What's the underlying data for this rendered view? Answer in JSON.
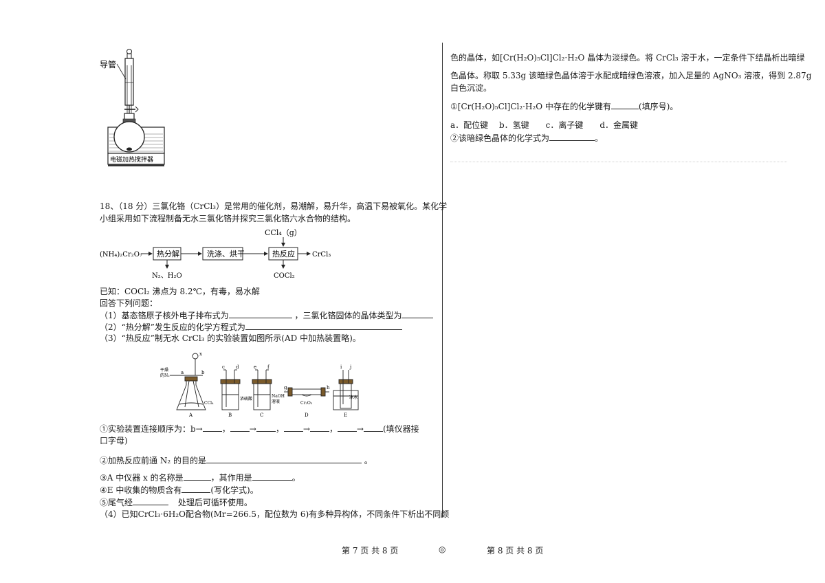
{
  "left": {
    "figure1": {
      "tube_label": "导管",
      "base_label": "电磁加热搅拌器"
    },
    "q18_header": "18、（18 分）三氯化铬（CrCl₃）是常用的催化剂，易潮解，易升华，高温下易被氧化。某化学",
    "q18_header2": "小组采用如下流程制备无水三氯化铬并探究三氯化铬六水合物的结构。",
    "flow": {
      "start": "(NH₄)₂Cr₂O₇",
      "box1": "热分解",
      "box2": "洗涤、烘干",
      "box3": "热反应",
      "end": "CrCl₃",
      "top_input": "CCl₄（g）",
      "below1": "N₂、H₂O",
      "below3": "COCl₂"
    },
    "known": "已知：COCl₂ 沸点为 8.2℃，有毒，易水解",
    "answer_prompt": "回答下列问题：",
    "q1": "（1）基态铬原子核外电子排布式为",
    "q1b": "，三氯化铬固体的晶体类型为",
    "q2": "（2）“热分解”发生反应的化学方程式为",
    "q3": "（3）“热反应”制无水 CrCl₃ 的实验装置如图所示(AD 中加热装置略)。",
    "apparatus": {
      "x": "x",
      "a": "a",
      "b": "b",
      "c": "c",
      "d": "d",
      "e": "e",
      "f": "f",
      "g": "g",
      "h": "h",
      "i": "i",
      "j": "j",
      "dry_n2": "干燥",
      "n2": "的N₂",
      "ccl4": "CCl₄",
      "h2so4": "浓硫酸",
      "naoh1": "NaOH",
      "naoh2": "溶液",
      "cr2o3": "Cr₂O₃",
      "icewater": "冰水",
      "A": "A",
      "B": "B",
      "C": "C",
      "D": "D",
      "E": "E"
    },
    "q3_1": "①实验装置连接顺序为：b→",
    "q3_1_tail": "(填仪器接",
    "q3_1_line2": "口字母)",
    "q3_2": "②加热反应前通 N₂ 的目的是",
    "q3_2_tail": "。",
    "q3_3a": "③A 中仪器 x 的名称是",
    "q3_3b": "，其作用是",
    "q3_3c": "。",
    "q3_4a": "④E 中收集的物质含有",
    "q3_4b": "(写化学式)。",
    "q3_5a": "⑤尾气经",
    "q3_5b": "处理后可循环使用。",
    "q4": "（4）已知CrCl₃·6H₂O配合物(Mr=266.5，配位数为 6)有多种异构体，不同条件下析出不同颜"
  },
  "right": {
    "r1": "色的晶体，如[Cr(H₂O)₅Cl]Cl₂·H₂O 晶体为淡绿色。将 CrCl₃ 溶于水，一定条件下结晶析出暗绿",
    "r2": "色晶体。称取 5.33g 该暗绿色晶体溶于水配成暗绿色溶液，加入足量的 AgNO₃ 溶液，得到 2.87g",
    "r3": "白色沉淀。",
    "r4a": "①[Cr(H₂O)₅Cl]Cl₂·H₂O 中存在的化学键有",
    "r4b": "(填序号)。",
    "r5": "a．配位键　 b．氢键　　c．离子键　　d．金属键",
    "r6a": "②该暗绿色晶体的化学式为",
    "r6b": "。"
  },
  "footer": {
    "left": "第 7 页  共 8 页",
    "center": "◎",
    "right": "第 8 页  共 8 页"
  }
}
